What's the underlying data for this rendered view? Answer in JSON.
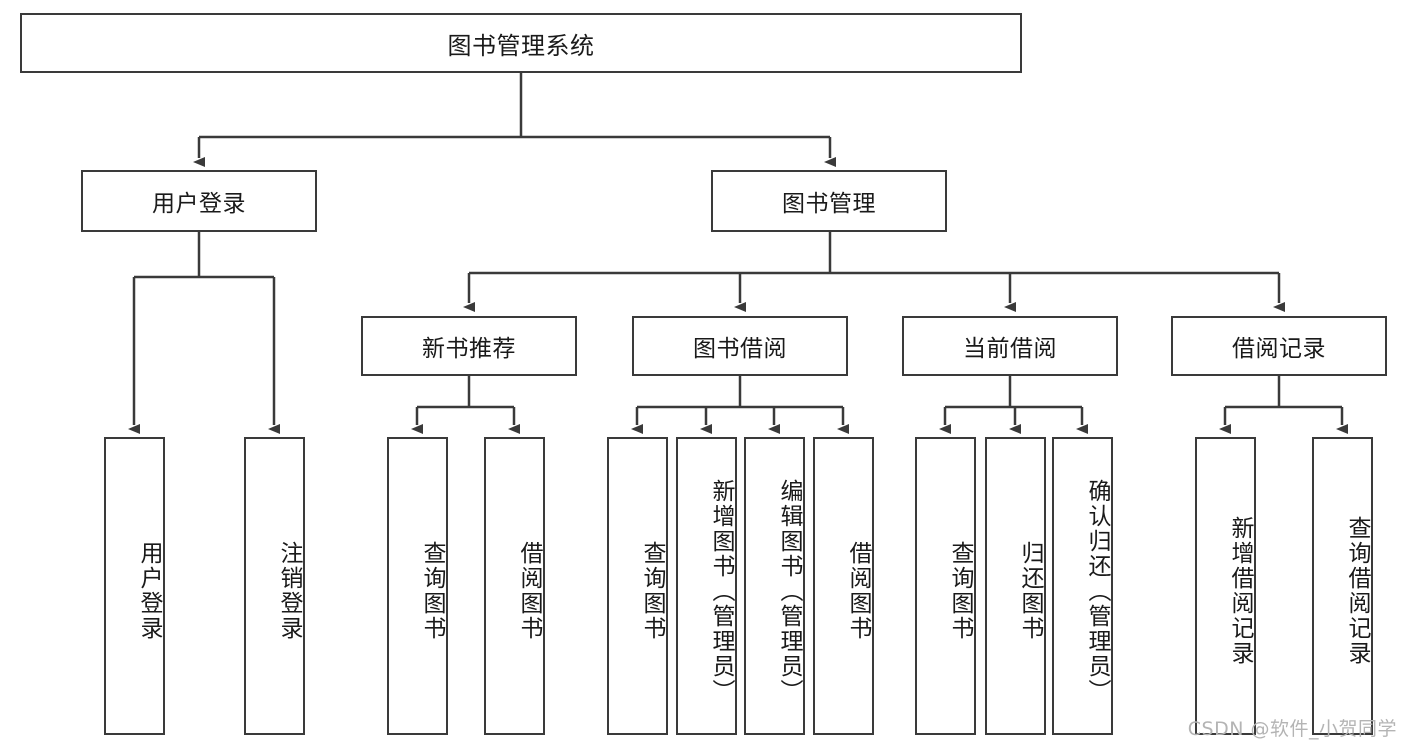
{
  "diagram": {
    "type": "tree-hierarchy-flowchart",
    "root": {
      "id": "root",
      "label": "图书管理系统"
    },
    "level2": [
      {
        "id": "login",
        "label": "用户登录"
      },
      {
        "id": "bookmgmt",
        "label": "图书管理"
      }
    ],
    "level3": [
      {
        "id": "newbook",
        "label": "新书推荐",
        "parent": "bookmgmt"
      },
      {
        "id": "borrow",
        "label": "图书借阅",
        "parent": "bookmgmt"
      },
      {
        "id": "current",
        "label": "当前借阅",
        "parent": "bookmgmt"
      },
      {
        "id": "records",
        "label": "借阅记录",
        "parent": "bookmgmt"
      }
    ],
    "leaves": {
      "login": [
        {
          "id": "leaf-user-login",
          "label": "用户登录"
        },
        {
          "id": "leaf-user-logout",
          "label": "注销登录"
        }
      ],
      "newbook": [
        {
          "id": "leaf-query-book-1",
          "label": "查询图书"
        },
        {
          "id": "leaf-borrow-book-1",
          "label": "借阅图书"
        }
      ],
      "borrow": [
        {
          "id": "leaf-query-book-2",
          "label": "查询图书"
        },
        {
          "id": "leaf-add-book",
          "label": "新增图书（管理员）"
        },
        {
          "id": "leaf-edit-book",
          "label": "编辑图书（管理员）"
        },
        {
          "id": "leaf-borrow-book-2",
          "label": "借阅图书"
        }
      ],
      "current": [
        {
          "id": "leaf-query-book-3",
          "label": "查询图书"
        },
        {
          "id": "leaf-return-book",
          "label": "归还图书"
        },
        {
          "id": "leaf-confirm-return",
          "label": "确认归还（管理员）"
        }
      ],
      "records": [
        {
          "id": "leaf-add-record",
          "label": "新增借阅记录"
        },
        {
          "id": "leaf-query-record",
          "label": "查询借阅记录"
        }
      ]
    },
    "colors": {
      "stroke": "#3a3a3a",
      "fill": "#ffffff",
      "text": "#1a1a1a",
      "watermark": "#b4b4b4"
    }
  },
  "watermark": {
    "text": "CSDN @软件_小贺同学"
  }
}
